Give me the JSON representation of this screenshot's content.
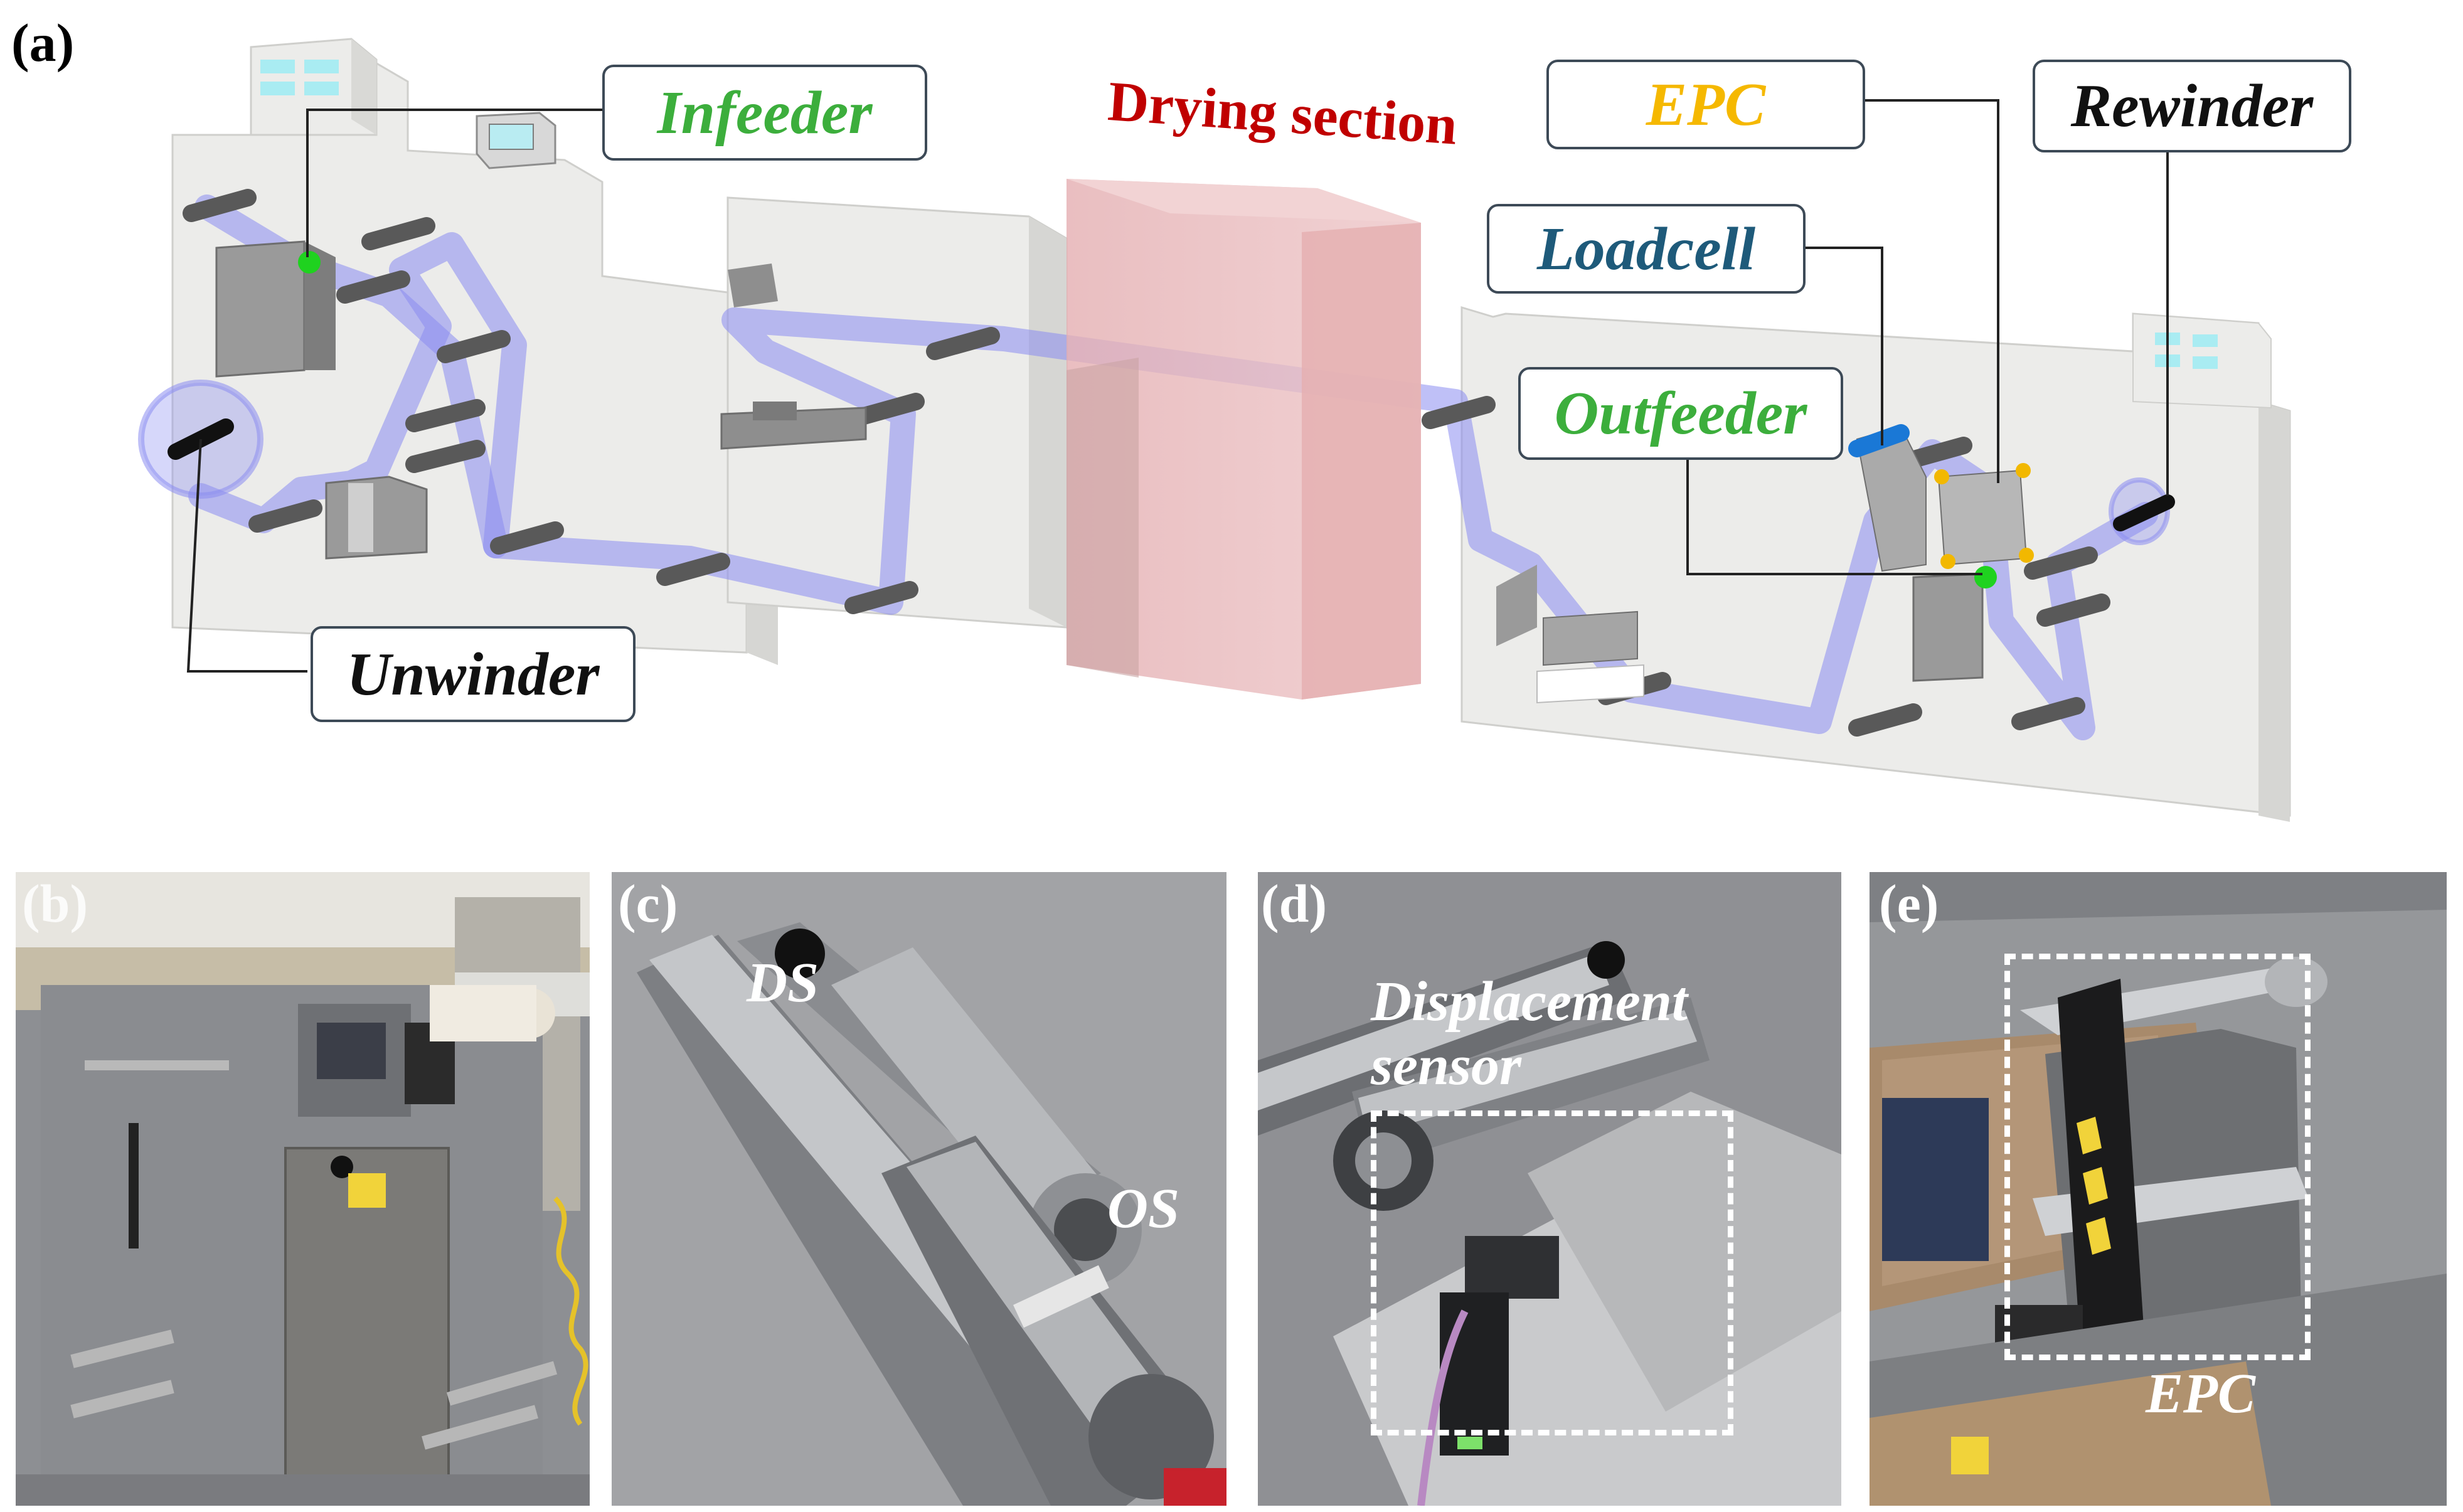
{
  "panel_a": {
    "letter": "(a)",
    "callouts": {
      "infeeder": {
        "text": "Infeeder",
        "color": "#3cae3c"
      },
      "unwinder": {
        "text": "Unwinder",
        "color": "#111111"
      },
      "epc": {
        "text": "EPC",
        "color": "#f5b800"
      },
      "rewinder": {
        "text": "Rewinder",
        "color": "#111111"
      },
      "loadcell": {
        "text": "Loadcell",
        "color": "#1e5a7a"
      },
      "outfeeder": {
        "text": "Outfeeder",
        "color": "#3cae3c"
      }
    },
    "drying_section": {
      "text": "Drying section",
      "color": "#c00000"
    }
  },
  "panel_b": {
    "letter": "(b)"
  },
  "panel_c": {
    "letter": "(c)",
    "ds_label": "DS",
    "os_label": "OS"
  },
  "panel_d": {
    "letter": "(d)",
    "sensor_label_line1": "Displacement",
    "sensor_label_line2": "sensor"
  },
  "panel_e": {
    "letter": "(e)",
    "epc_label": "EPC"
  },
  "colors": {
    "web_path": "#8a8cf0",
    "frame": "#ececea",
    "drying_box": "#e8b7b9",
    "roller": "#707070",
    "green_marker": "#1fd21f",
    "blue_roller": "#1a78d6",
    "yellow_node": "#f2b800"
  }
}
